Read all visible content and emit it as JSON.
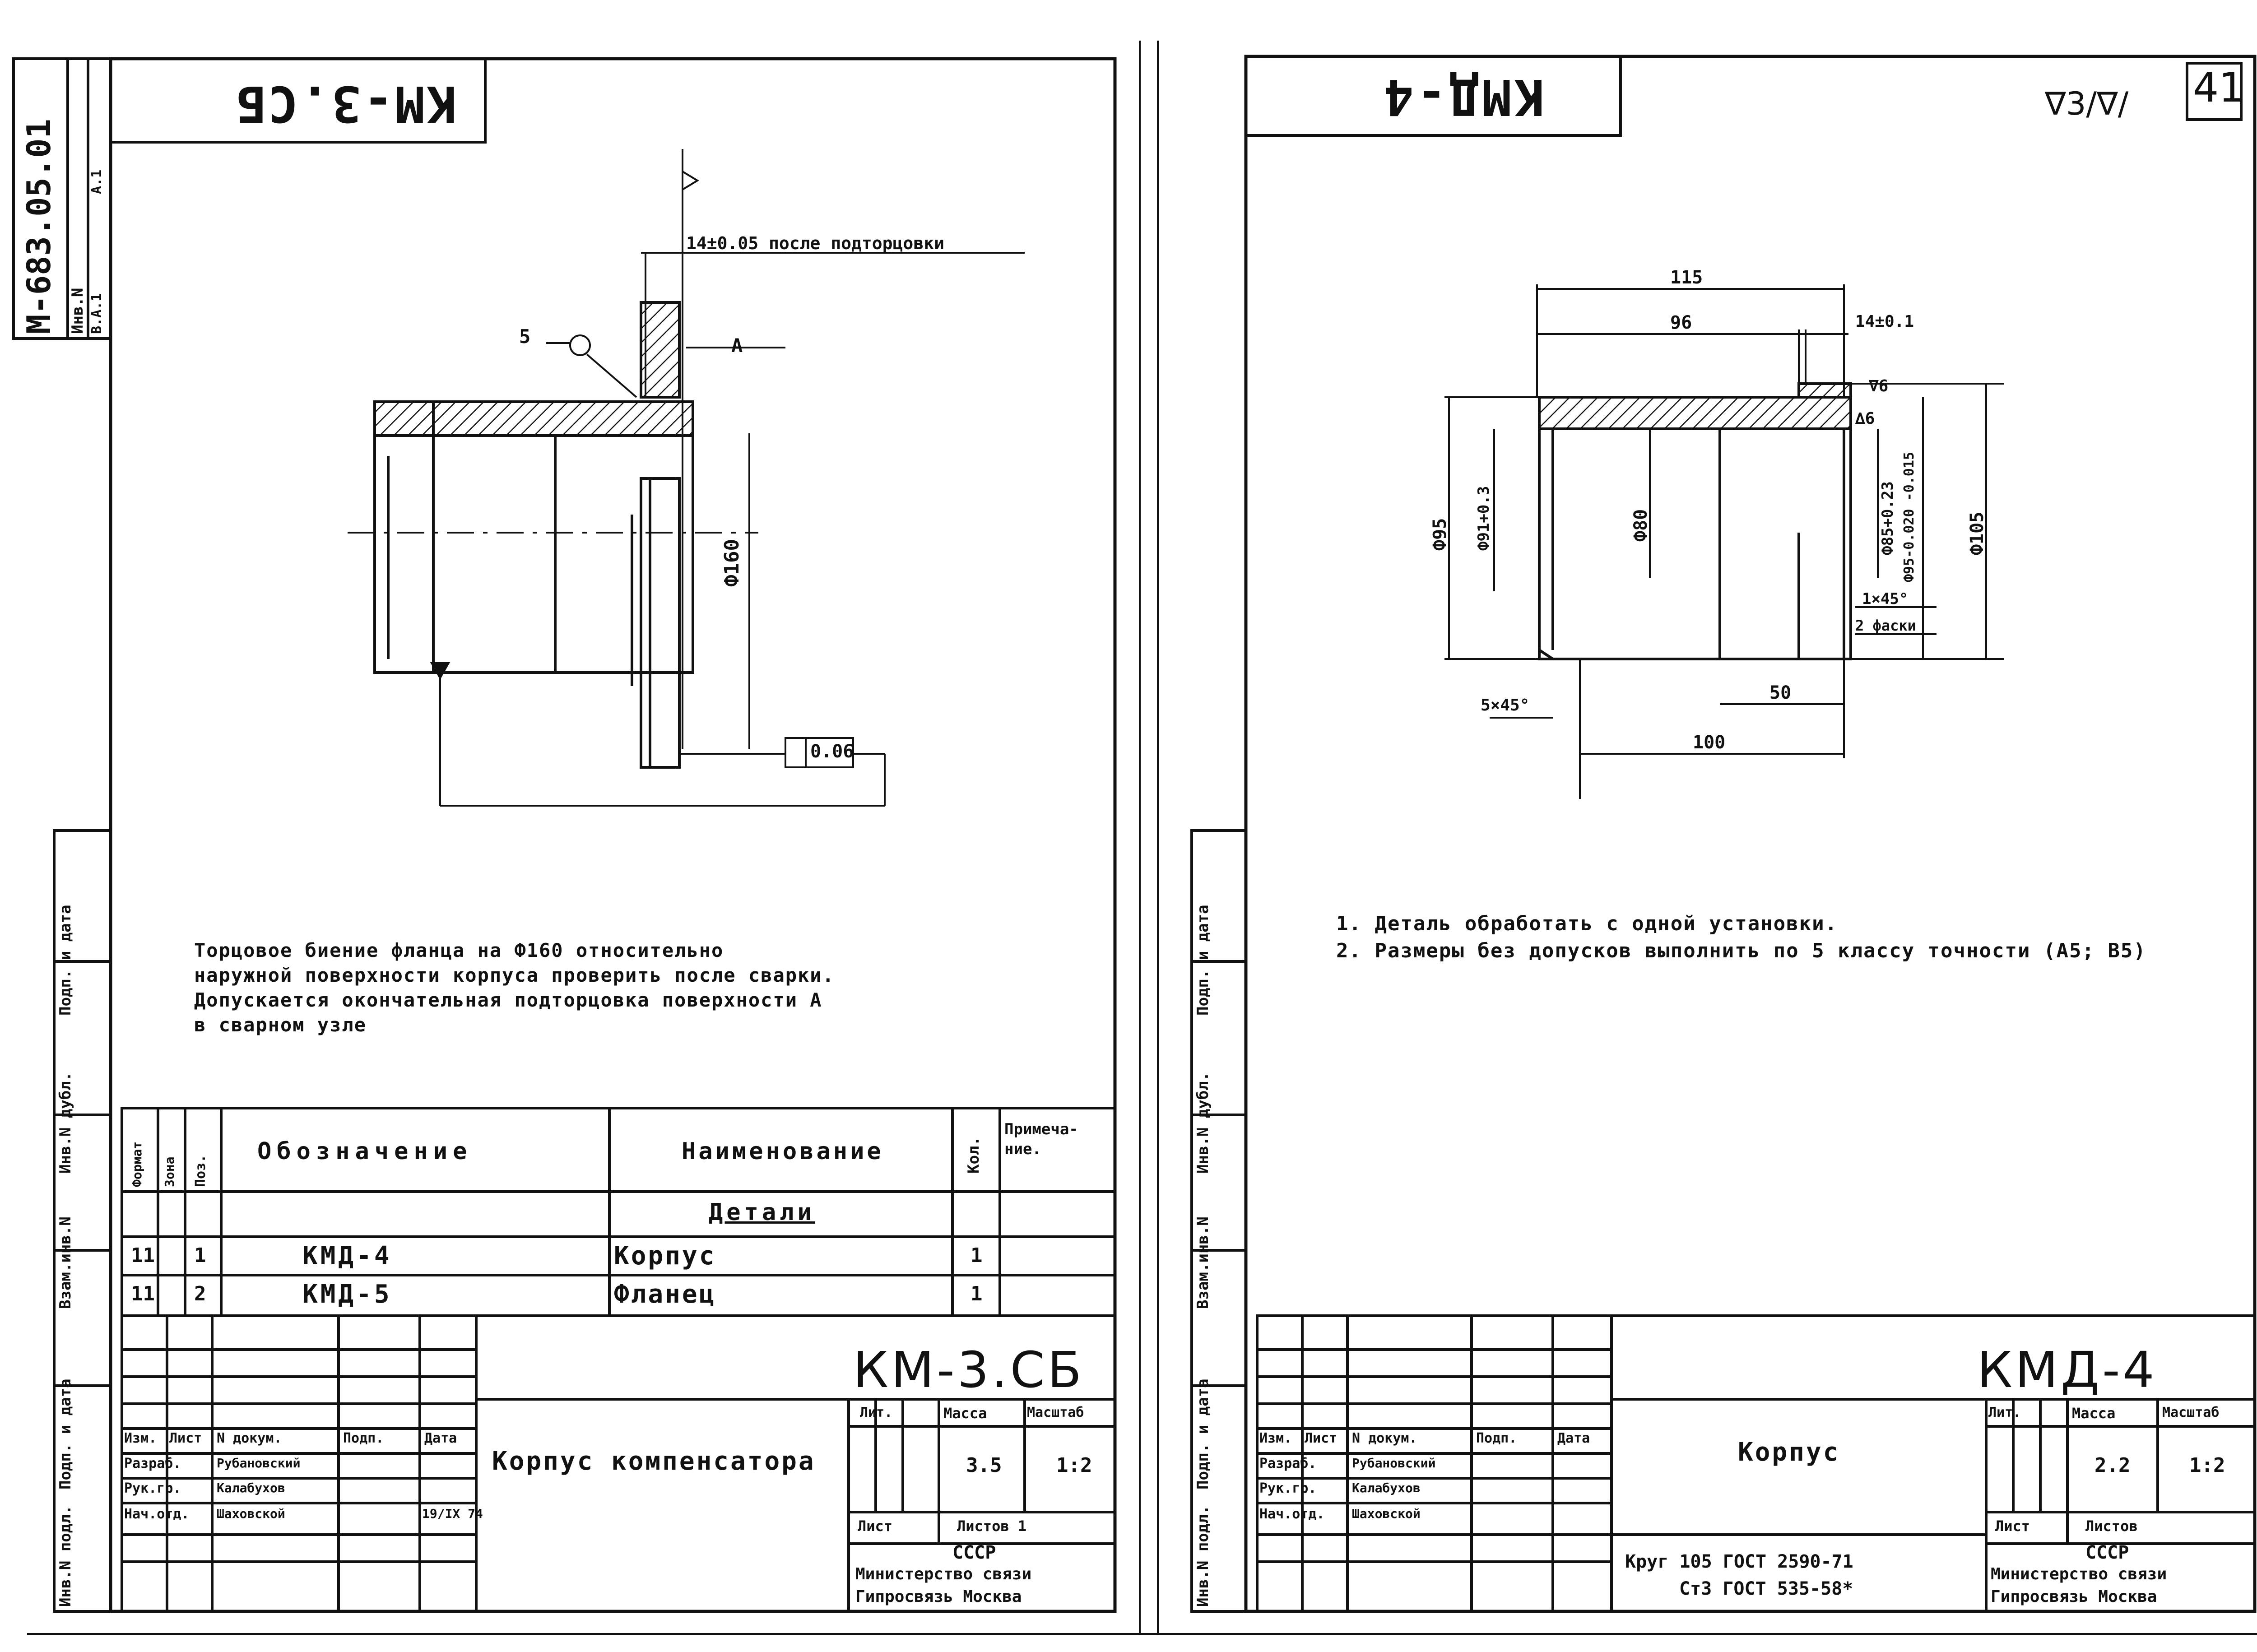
{
  "left_sheet": {
    "top_stamp": "КМ-3.СБ",
    "margin_code": "М-683.05.01",
    "margin_inv": [
      "Инв.N",
      "В.А.1",
      "А.1"
    ],
    "dims": {
      "face": "14±0.05 после подторцовки",
      "weld_mark": "5",
      "surface": "А",
      "diameter": "Ф160",
      "tolerance": "0.06"
    },
    "note_lines": [
      "Торцовое биение фланца на Ф160 относительно",
      "наружной поверхности корпуса проверить после сварки.",
      "Допускается окончательная подторцовка поверхности А",
      "в сварном узле"
    ],
    "spec_headers": {
      "format": "Формат",
      "zone": "Зона",
      "pos": "Поз.",
      "designation": "Обозначение",
      "name": "Наименование",
      "qty": "Кол.",
      "note": "Примеча-ние."
    },
    "spec_section": "Детали",
    "spec_rows": [
      {
        "format": "11",
        "pos": "1",
        "designation": "КМД-4",
        "name": "Корпус",
        "qty": "1"
      },
      {
        "format": "11",
        "pos": "2",
        "designation": "КМД-5",
        "name": "Фланец",
        "qty": "1"
      }
    ],
    "title_block": {
      "code": "КМ-3.СБ",
      "title": "Корпус компенсатора",
      "roles_header": [
        "Изм.",
        "Лист",
        "N докум.",
        "Подп.",
        "Дата"
      ],
      "roles": [
        {
          "role": "Разраб.",
          "name": "Рубановский"
        },
        {
          "role": "Рук.гр.",
          "name": "Калабухов"
        },
        {
          "role": "Нач.отд.",
          "name": "Шаховской",
          "date": "19/IX 74"
        }
      ],
      "lit_label": "Лит.",
      "mass_label": "Масса",
      "scale_label": "Масштаб",
      "mass": "3.5",
      "scale": "1:2",
      "sheet_label": "Лист",
      "sheets_label": "Листов 1",
      "org": [
        "СССР",
        "Министерство связи",
        "Гипросвязь Москва"
      ]
    },
    "side_labels": [
      "Инв.N подл.",
      "Подп. и дата",
      "Взам.инв.N",
      "Инв.N дубл.",
      "Подп. и дата"
    ]
  },
  "right_sheet": {
    "top_stamp": "КМД-4",
    "page_number": "41",
    "roughness": "∇3/∇/",
    "dims": {
      "len_115": "115",
      "len_96": "96",
      "len_14": "14±0.1",
      "d95": "Ф95",
      "d91": "Ф91+0.3",
      "d80": "Ф80",
      "d85": "Ф85+0.23",
      "d95b": "Ф95-0.020 -0.015",
      "d105": "Ф105",
      "r6a": "∇6",
      "r6b": "∆6",
      "chamfer": "1×45°",
      "chamfer2": "2 фаски",
      "c5": "5×45°",
      "len_50": "50",
      "len_100": "100"
    },
    "note_lines": [
      "1. Деталь обработать с одной установки.",
      "2. Размеры без допусков выполнить по 5 классу точности (А5; В5)"
    ],
    "title_block": {
      "code": "КМД-4",
      "title": "Корпус",
      "material": [
        "Круг 105 ГОСТ 2590-71",
        "Ст3 ГОСТ 535-58*"
      ],
      "roles_header": [
        "Изм.",
        "Лист",
        "N докум.",
        "Подп.",
        "Дата"
      ],
      "roles": [
        {
          "role": "Разраб.",
          "name": "Рубановский"
        },
        {
          "role": "Рук.гр.",
          "name": "Калабухов"
        },
        {
          "role": "Нач.отд.",
          "name": "Шаховской"
        }
      ],
      "lit_label": "Лит.",
      "mass_label": "Масса",
      "scale_label": "Масштаб",
      "mass": "2.2",
      "scale": "1:2",
      "sheet_label": "Лист",
      "sheets_label": "Листов",
      "org": [
        "СССР",
        "Министерство связи",
        "Гипросвязь Москва"
      ]
    },
    "side_labels": [
      "Инв.N подл.",
      "Подп. и дата",
      "Взам.инв.N",
      "Инв.N дубл.",
      "Подп. и дата"
    ]
  }
}
